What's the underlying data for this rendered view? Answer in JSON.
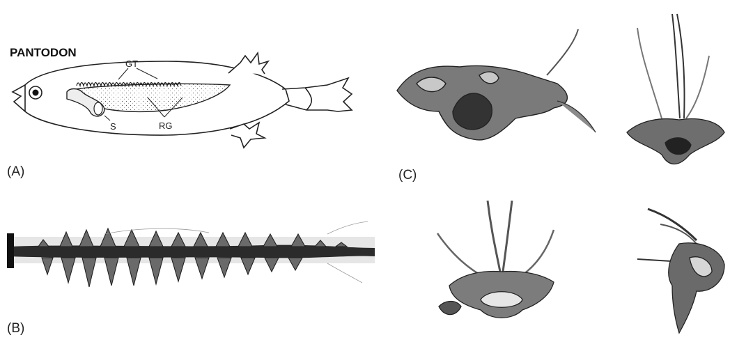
{
  "figure": {
    "panel_a_title": "PANTODON",
    "labels": {
      "a": "(A)",
      "b": "(B)",
      "c": "(C)"
    },
    "annotations": {
      "gt": "GT",
      "s": "S",
      "rg": "RG"
    }
  }
}
